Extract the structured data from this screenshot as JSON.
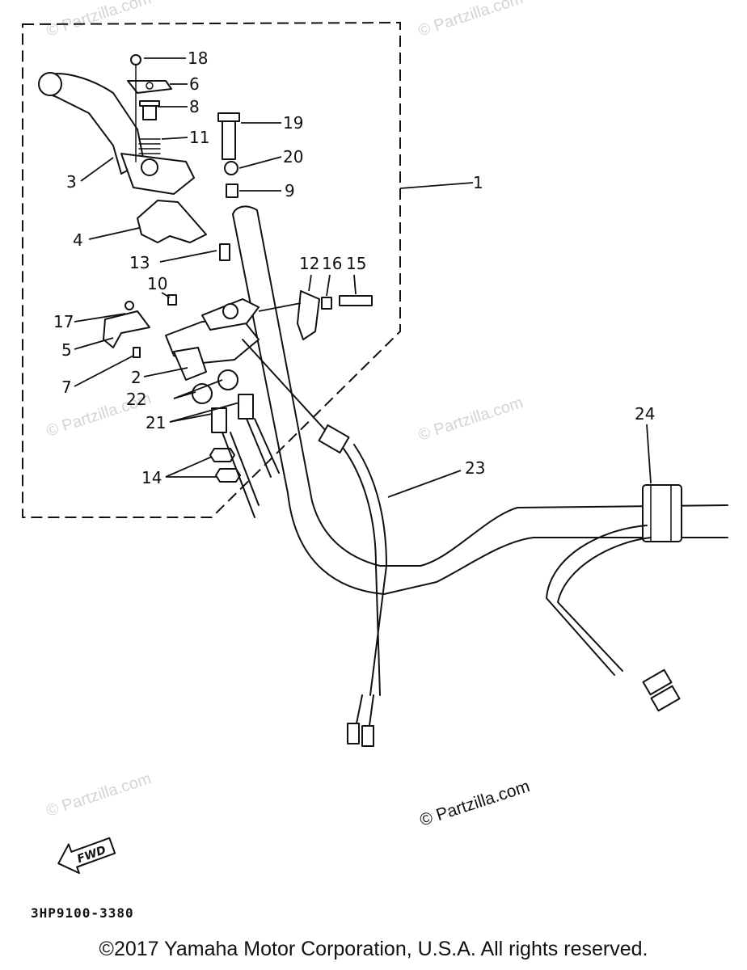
{
  "diagram": {
    "callouts": [
      {
        "id": "18",
        "label": "18"
      },
      {
        "id": "6",
        "label": "6"
      },
      {
        "id": "8",
        "label": "8"
      },
      {
        "id": "11",
        "label": "11"
      },
      {
        "id": "3",
        "label": "3"
      },
      {
        "id": "19",
        "label": "19"
      },
      {
        "id": "20",
        "label": "20"
      },
      {
        "id": "9",
        "label": "9"
      },
      {
        "id": "1",
        "label": "1"
      },
      {
        "id": "4",
        "label": "4"
      },
      {
        "id": "13",
        "label": "13"
      },
      {
        "id": "12",
        "label": "12"
      },
      {
        "id": "16",
        "label": "16"
      },
      {
        "id": "15",
        "label": "15"
      },
      {
        "id": "10",
        "label": "10"
      },
      {
        "id": "17",
        "label": "17"
      },
      {
        "id": "5",
        "label": "5"
      },
      {
        "id": "7",
        "label": "7"
      },
      {
        "id": "2",
        "label": "2"
      },
      {
        "id": "22",
        "label": "22"
      },
      {
        "id": "21",
        "label": "21"
      },
      {
        "id": "14",
        "label": "14"
      },
      {
        "id": "24",
        "label": "24"
      },
      {
        "id": "23",
        "label": "23"
      }
    ],
    "watermark_text": "© Partzilla.com",
    "fwd_label": "FWD",
    "part_number_code": "3HP9100-3380",
    "copyright": "©2017 Yamaha Motor Corporation, U.S.A. All rights reserved."
  }
}
